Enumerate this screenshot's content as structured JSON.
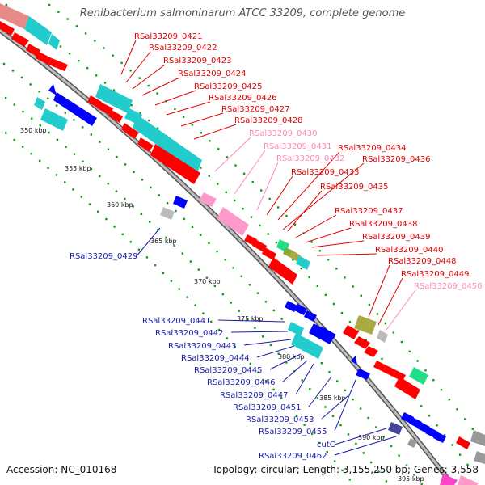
{
  "title": "Renibacterium salmoninarum ATCC 33209, complete genome",
  "footer": {
    "accession": "Accession: NC_010168",
    "summary": "Topology: circular; Length: 3,155,250 bp; Genes: 3,558"
  },
  "colors": {
    "cds_forward": "#ff0000",
    "cds_reverse": "#0000ff",
    "gene_pseudo": "#ff99cc",
    "cyan_block": "#22cccc",
    "olive_block": "#aaaa44",
    "green_block": "#22dd88",
    "grey_block": "#bbbbbb",
    "navy_block": "#444499",
    "tick_dots": "#008800",
    "backbone": "#888888"
  },
  "kbp_markers": [
    "350 kbp",
    "355 kbp",
    "360 kbp",
    "365 kbp",
    "370 kbp",
    "375 kbp",
    "380 kbp",
    "385 kbp",
    "390 kbp",
    "395 kbp"
  ],
  "genes_right": [
    {
      "label": "RSal33209_0421",
      "color": "#e00000"
    },
    {
      "label": "RSal33209_0422",
      "color": "#e00000"
    },
    {
      "label": "RSal33209_0423",
      "color": "#e00000"
    },
    {
      "label": "RSal33209_0424",
      "color": "#e00000"
    },
    {
      "label": "RSal33209_0425",
      "color": "#e00000"
    },
    {
      "label": "RSal33209_0426",
      "color": "#e00000"
    },
    {
      "label": "RSal33209_0427",
      "color": "#e00000"
    },
    {
      "label": "RSal33209_0428",
      "color": "#e00000"
    },
    {
      "label": "RSal33209_0430",
      "color": "#ff88bb"
    },
    {
      "label": "RSal33209_0431",
      "color": "#ff88bb"
    },
    {
      "label": "RSal33209_0432",
      "color": "#ff88bb"
    },
    {
      "label": "RSal33209_0434",
      "color": "#e00000"
    },
    {
      "label": "RSal33209_0436",
      "color": "#e00000"
    },
    {
      "label": "RSal33209_0433",
      "color": "#e00000"
    },
    {
      "label": "RSal33209_0435",
      "color": "#e00000"
    },
    {
      "label": "RSal33209_0437",
      "color": "#e00000"
    },
    {
      "label": "RSal33209_0438",
      "color": "#e00000"
    },
    {
      "label": "RSal33209_0439",
      "color": "#e00000"
    },
    {
      "label": "RSal33209_0440",
      "color": "#e00000"
    },
    {
      "label": "RSal33209_0448",
      "color": "#e00000"
    },
    {
      "label": "RSal33209_0449",
      "color": "#e00000"
    },
    {
      "label": "RSal33209_0450",
      "color": "#ff88bb"
    }
  ],
  "genes_left": [
    {
      "label": "RSal33209_0429"
    },
    {
      "label": "RSal33209_0441"
    },
    {
      "label": "RSal33209_0442"
    },
    {
      "label": "RSal33209_0443"
    },
    {
      "label": "RSal33209_0444"
    },
    {
      "label": "RSal33209_0445"
    },
    {
      "label": "RSal33209_0446"
    },
    {
      "label": "RSal33209_0447"
    },
    {
      "label": "RSal33209_0451"
    },
    {
      "label": "RSal33209_0453"
    },
    {
      "label": "RSal33209_0455"
    },
    {
      "label": "cutC"
    },
    {
      "label": "RSal33209_0462"
    }
  ]
}
